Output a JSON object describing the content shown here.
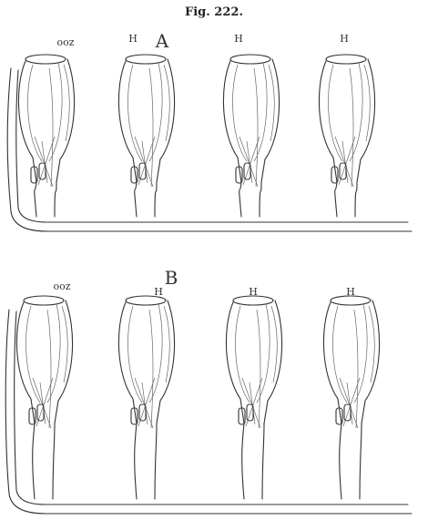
{
  "figure": {
    "title": "Fig. 222.",
    "panels": [
      {
        "letter": "A",
        "labels": [
          "ooz",
          "H",
          "H",
          "H"
        ]
      },
      {
        "letter": "B",
        "labels": [
          "ooz",
          "H",
          "H",
          "H"
        ]
      }
    ]
  }
}
